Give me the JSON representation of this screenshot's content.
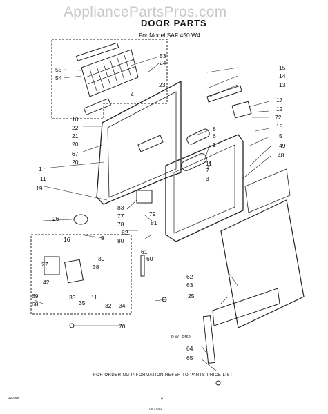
{
  "watermark": "AppliancePartsPros.com",
  "title": "DOOR PARTS",
  "model_line": "For Model    SAF 450 W4",
  "footer_note": "FOR ORDERING INFORMATION REFER TO PARTS PRICE LIST",
  "drawing_code": "D W - 0469",
  "stamp": "320469",
  "page_number": "4",
  "corner_code": "CB 3  ANU",
  "callouts": [
    {
      "n": "53",
      "side": "r"
    },
    {
      "n": "24",
      "side": "r"
    },
    {
      "n": "55",
      "side": "l"
    },
    {
      "n": "54",
      "side": "l"
    },
    {
      "n": "4",
      "side": "l"
    },
    {
      "n": "23",
      "side": "l"
    },
    {
      "n": "15",
      "side": "r"
    },
    {
      "n": "14",
      "side": "r"
    },
    {
      "n": "13",
      "side": "r"
    },
    {
      "n": "17",
      "side": "r"
    },
    {
      "n": "12",
      "side": "r"
    },
    {
      "n": "72",
      "side": "r"
    },
    {
      "n": "18",
      "side": "r"
    },
    {
      "n": "5",
      "side": "r"
    },
    {
      "n": "49",
      "side": "r"
    },
    {
      "n": "48",
      "side": "r"
    },
    {
      "n": "10",
      "side": "l"
    },
    {
      "n": "22",
      "side": "l"
    },
    {
      "n": "21",
      "side": "l"
    },
    {
      "n": "20",
      "side": "l"
    },
    {
      "n": "67",
      "side": "l"
    },
    {
      "n": "20",
      "side": "l"
    },
    {
      "n": "1",
      "side": "l"
    },
    {
      "n": "11",
      "side": "l"
    },
    {
      "n": "19",
      "side": "l"
    },
    {
      "n": "8",
      "side": "r"
    },
    {
      "n": "6",
      "side": "r"
    },
    {
      "n": "2",
      "side": "r"
    },
    {
      "n": "11",
      "side": "r"
    },
    {
      "n": "7",
      "side": "r"
    },
    {
      "n": "3",
      "side": "r"
    },
    {
      "n": "83",
      "side": "l"
    },
    {
      "n": "77",
      "side": "l"
    },
    {
      "n": "78",
      "side": "l"
    },
    {
      "n": "82",
      "side": "l"
    },
    {
      "n": "80",
      "side": "l"
    },
    {
      "n": "79",
      "side": "r"
    },
    {
      "n": "81",
      "side": "r"
    },
    {
      "n": "26",
      "side": "l"
    },
    {
      "n": "9",
      "side": "r"
    },
    {
      "n": "16",
      "side": "l"
    },
    {
      "n": "27",
      "side": "l"
    },
    {
      "n": "42",
      "side": "l"
    },
    {
      "n": "39",
      "side": "r"
    },
    {
      "n": "38",
      "side": "r"
    },
    {
      "n": "33",
      "side": "l"
    },
    {
      "n": "35",
      "side": "l"
    },
    {
      "n": "11",
      "side": "l"
    },
    {
      "n": "32",
      "side": "l"
    },
    {
      "n": "34",
      "side": "l"
    },
    {
      "n": "61",
      "side": "l"
    },
    {
      "n": "60",
      "side": "l"
    },
    {
      "n": "69",
      "side": "l"
    },
    {
      "n": "68",
      "side": "l"
    },
    {
      "n": "70",
      "side": "r"
    },
    {
      "n": "62",
      "side": "l"
    },
    {
      "n": "63",
      "side": "l"
    },
    {
      "n": "25",
      "side": "l"
    },
    {
      "n": "64",
      "side": "l"
    },
    {
      "n": "65",
      "side": "l"
    }
  ]
}
